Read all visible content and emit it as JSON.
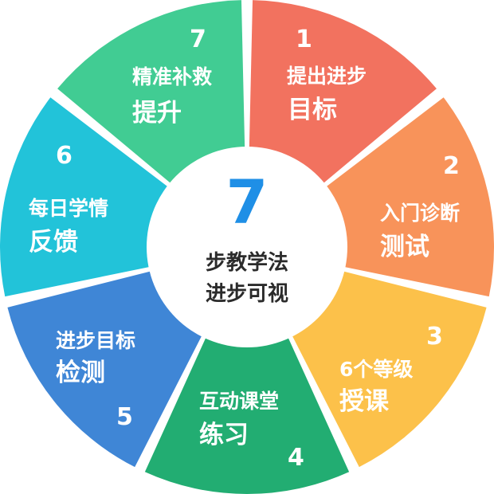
{
  "center": {
    "number": "7",
    "line1": "步教学法",
    "line2": "进步可视",
    "number_color": "#1f8fe6"
  },
  "steps": [
    {
      "number": "1",
      "small": "提出进步",
      "big": "目标",
      "color": "#f2725f"
    },
    {
      "number": "2",
      "small": "入门诊断",
      "big": "测试",
      "color": "#f8935a"
    },
    {
      "number": "3",
      "small": "6个等级",
      "big": "授课",
      "color": "#fcc14a"
    },
    {
      "number": "4",
      "small": "互动课堂",
      "big": "练习",
      "color": "#22ad72"
    },
    {
      "number": "5",
      "small": "进步目标",
      "big": "检测",
      "color": "#3f86d6"
    },
    {
      "number": "6",
      "small": "每日学情",
      "big": "反馈",
      "color": "#22c3d9"
    },
    {
      "number": "7",
      "small": "精准补救",
      "big": "提升",
      "color": "#41cc93"
    }
  ]
}
